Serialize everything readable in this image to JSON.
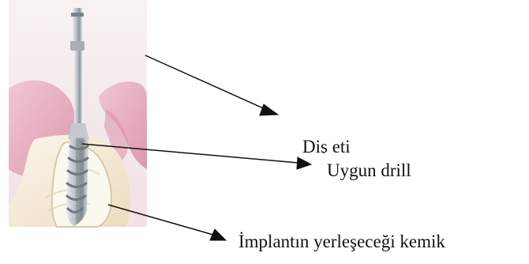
{
  "labels": {
    "gum": "Diş eti",
    "drill": "Uygun drill",
    "bone": "İmplantın yerleşeceği kemik"
  },
  "illustration": {
    "subject": "dental implant drill in jaw cross-section",
    "colors": {
      "background": "#f7ecec",
      "gum": "#ebb8c7",
      "gum_shadow": "#d98fa6",
      "bone_outer": "#f3e7cf",
      "bone_inner": "#fbf8ef",
      "drill_metal": "#a8adb3",
      "drill_shadow": "#707880",
      "arrow": "#111111"
    }
  }
}
